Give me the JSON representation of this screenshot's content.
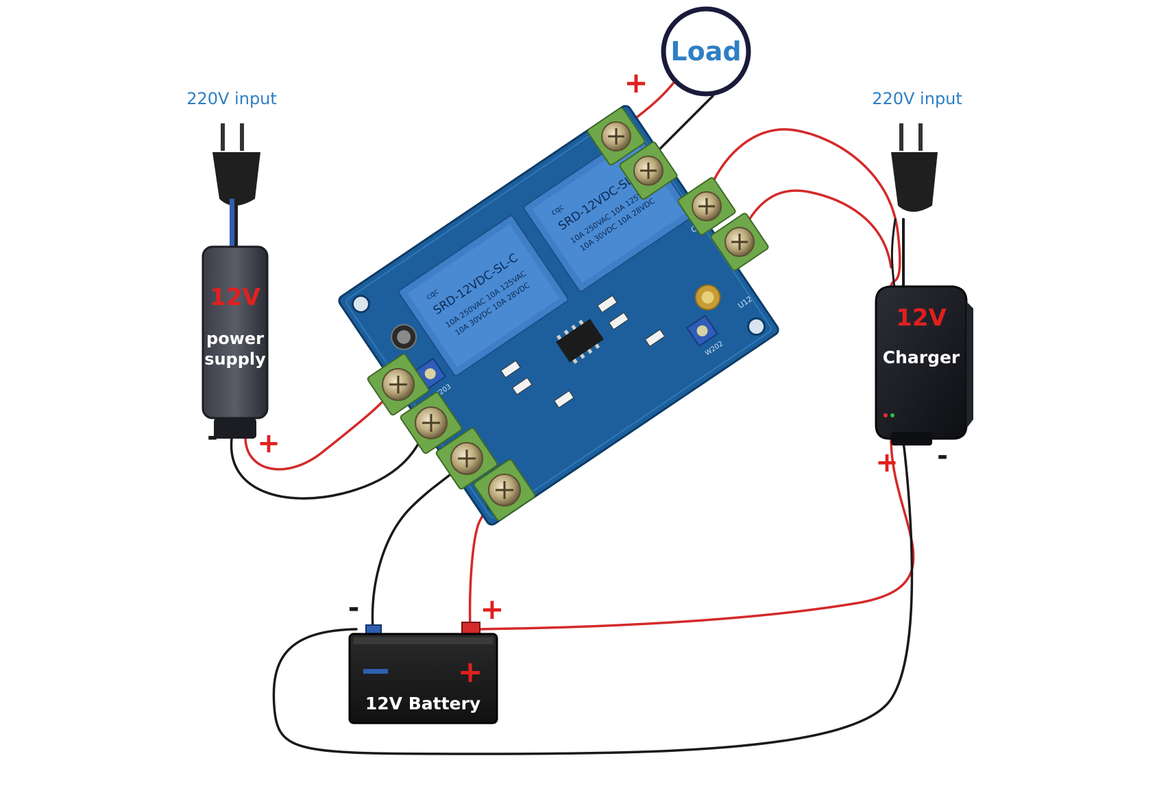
{
  "labels": {
    "input_left": "220V input",
    "input_right": "220V input",
    "load": "Load",
    "psu_voltage": "12V",
    "psu_line1": "power",
    "psu_line2": "supply",
    "charger_voltage": "12V",
    "charger_name": "Charger",
    "battery_name": "12V Battery",
    "plus": "+",
    "minus": "-"
  },
  "relay_text": {
    "relay1_model": "SRD-12VDC-SL-C",
    "relay1_rating_a": "10A 250VAC 10A 125VAC",
    "relay1_rating_b": "10A 30VDC 10A 28VDC",
    "relay2_model": "SRD-12VDC-SL-C",
    "relay2_rating_a": "10A 250VAC 10A 125VAC",
    "relay2_rating_b": "10A 30VDC 10A 28VDC",
    "brand": "cqc"
  },
  "board_text": {
    "pot1": "W203",
    "pot2": "W202",
    "out_label": "OUT",
    "jp_label": "U12"
  },
  "colors": {
    "wire_red": "#d42a2a",
    "wire_black": "#1a1a1a",
    "label_blue": "#2e7fc4",
    "sign_red": "#e0201e",
    "board": "#1c5f9c",
    "terminal_green": "#6ea84a",
    "relay_blue": "#3f7fc8"
  }
}
